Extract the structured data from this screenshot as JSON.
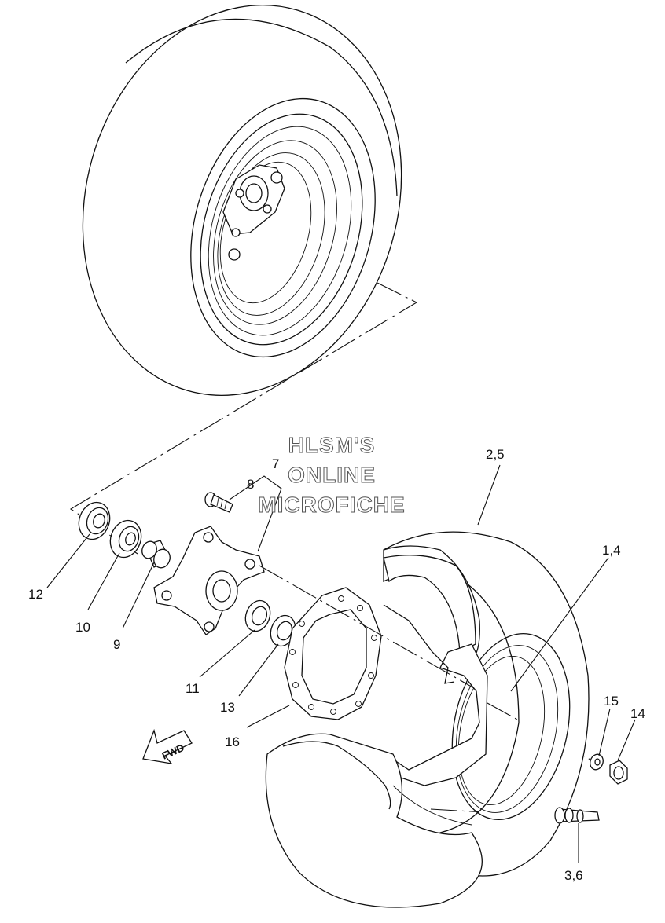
{
  "diagram": {
    "watermark": [
      "HLSM'S",
      "ONLINE",
      "MICROFICHE"
    ],
    "direction_label": "FWD",
    "callouts": {
      "c1": "12",
      "c2": "10",
      "c3": "9",
      "c4": "8",
      "c5": "7",
      "c6": "11",
      "c7": "13",
      "c8": "16",
      "c9": "2,5",
      "c10": "1,4",
      "c11": "15",
      "c12": "14",
      "c13": "3,6"
    }
  }
}
